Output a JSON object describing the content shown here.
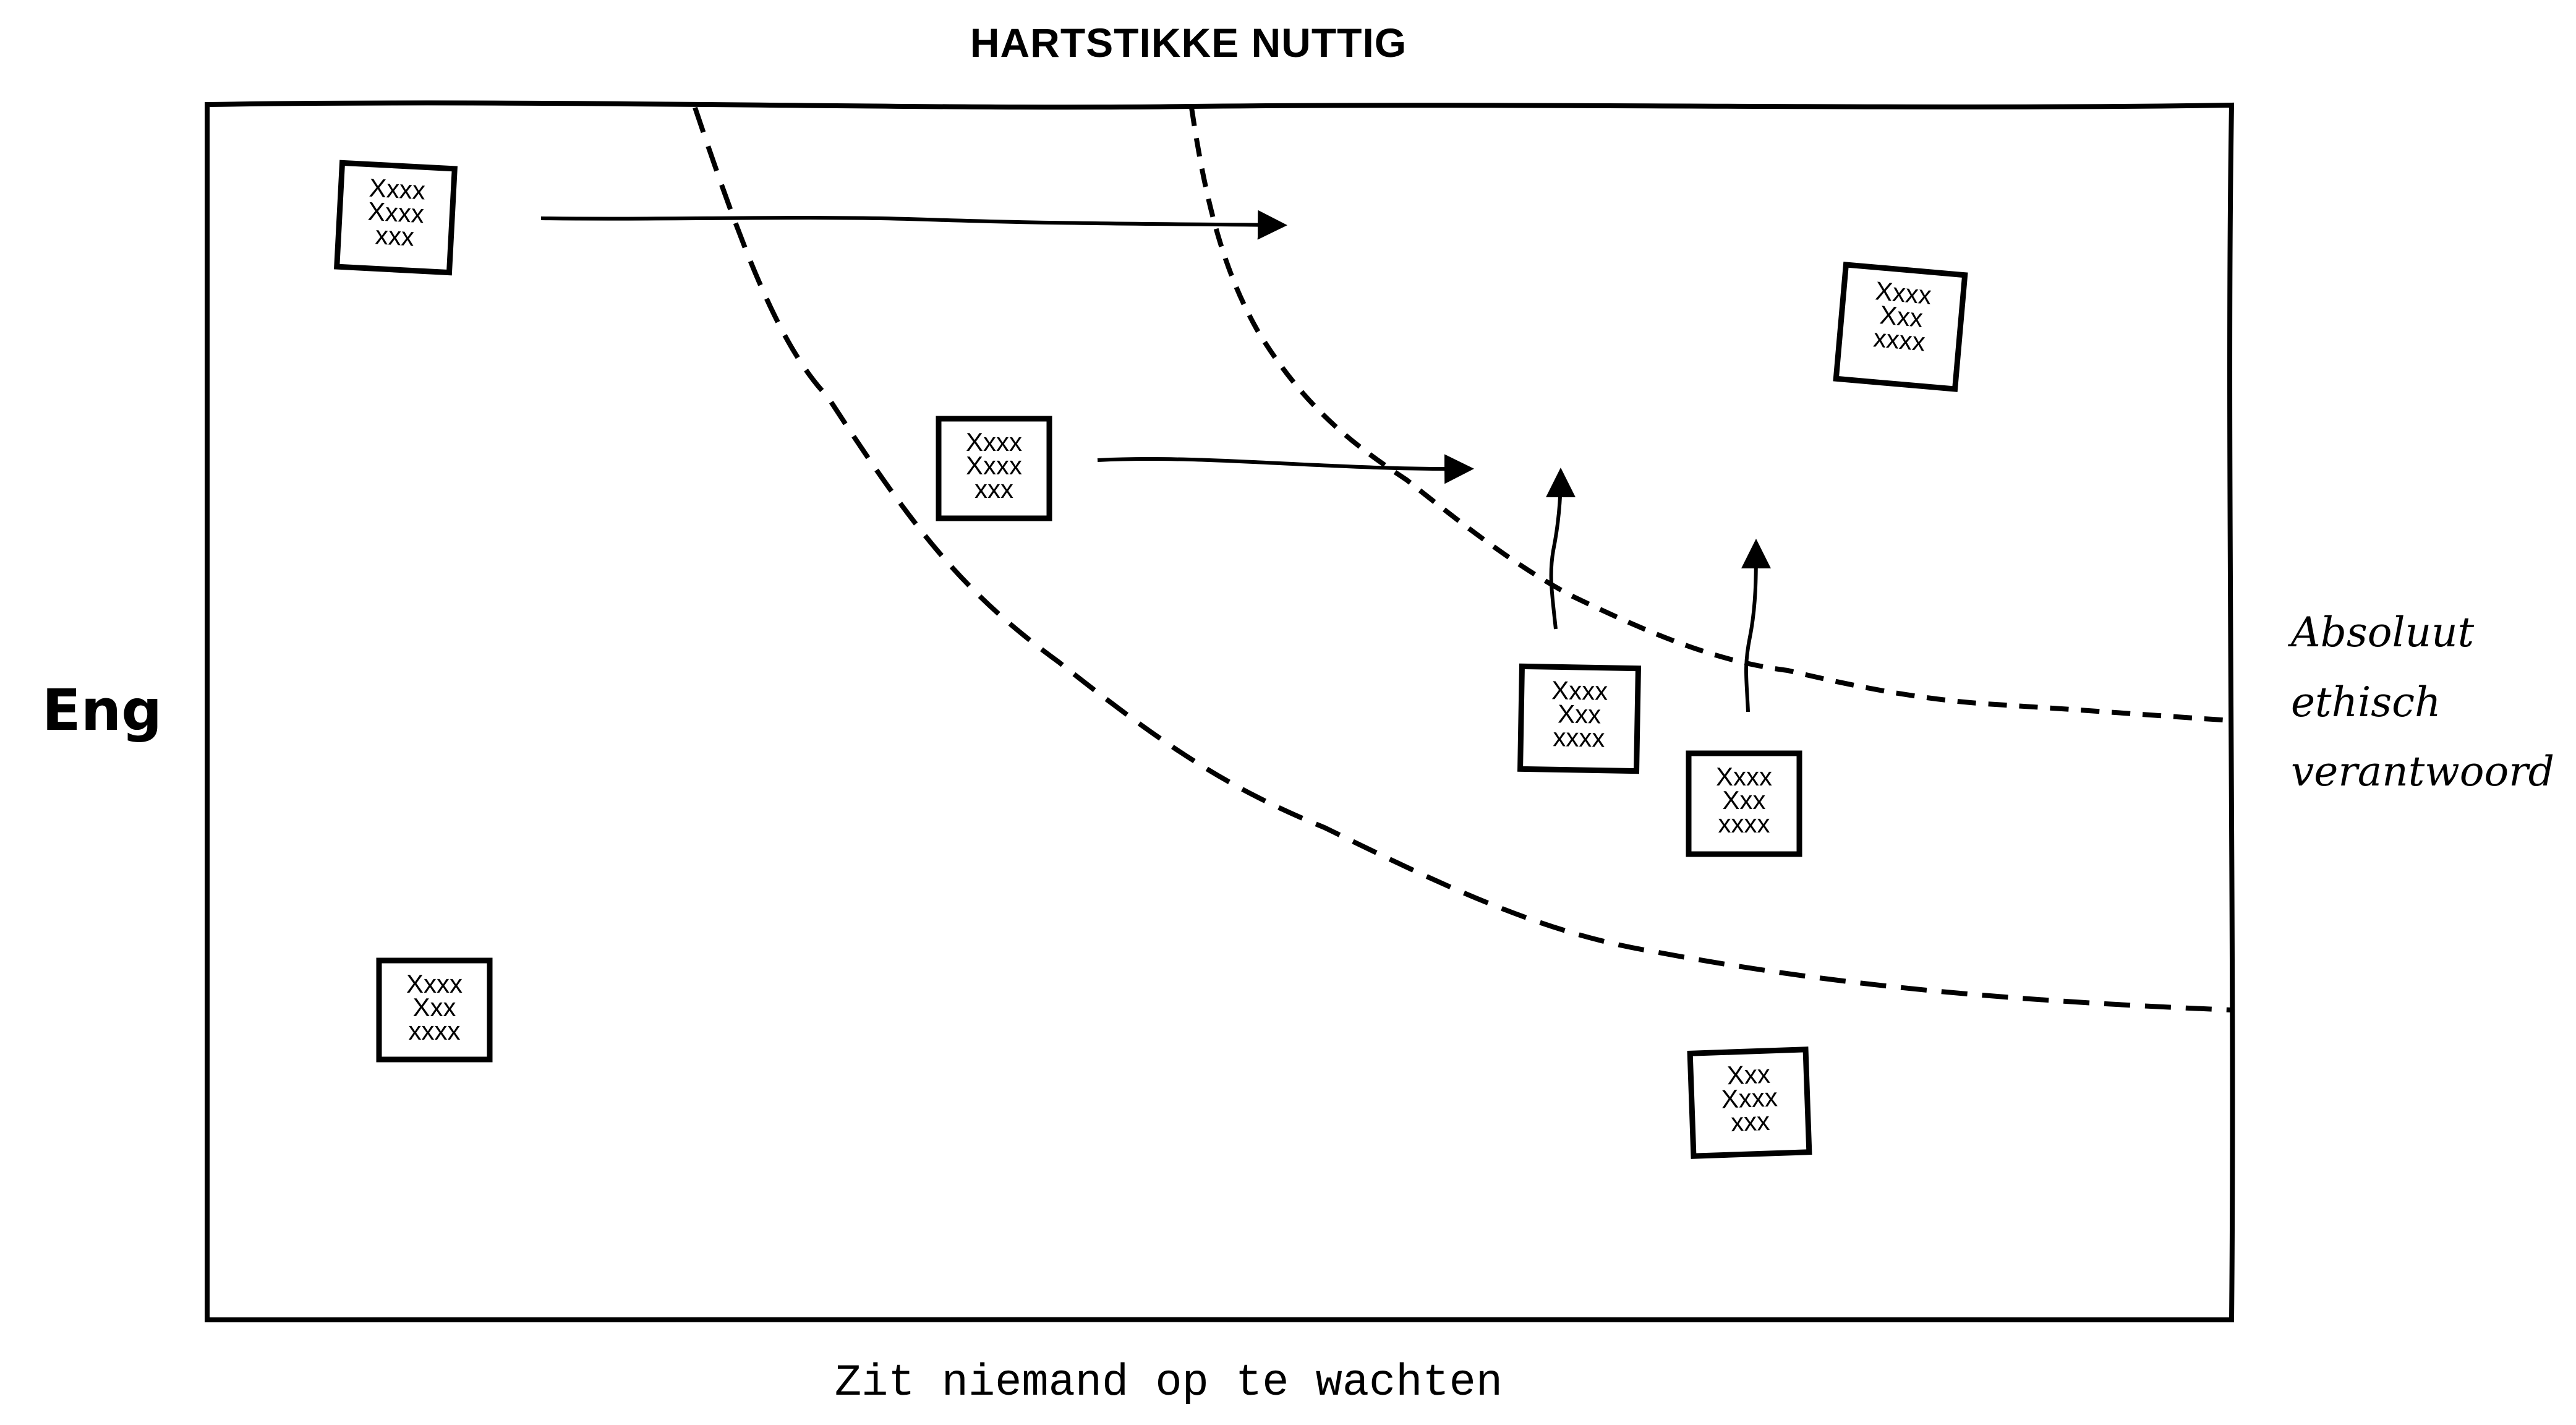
{
  "labels": {
    "top": "HARTSTIKKE NUTTIG",
    "left": "Eng",
    "right": [
      "Absoluut",
      "ethisch",
      "verantwoord"
    ],
    "bottom": "Zit niemand op te wachten"
  },
  "cards": [
    {
      "lines": [
        "Xxxx",
        "Xxxx",
        "xxx"
      ]
    },
    {
      "lines": [
        "Xxxx",
        "Xxxx",
        "xxx"
      ]
    },
    {
      "lines": [
        "Xxxx",
        "Xxx",
        "xxxx"
      ]
    },
    {
      "lines": [
        "Xxxx",
        "Xxx",
        "xxxx"
      ]
    },
    {
      "lines": [
        "Xxxx",
        "Xxx",
        "xxxx"
      ]
    },
    {
      "lines": [
        "Xxxx",
        "Xxx",
        "xxxx"
      ]
    },
    {
      "lines": [
        "Xxx",
        "Xxxx",
        "xxx"
      ]
    }
  ],
  "colors": {
    "ink": "#000000",
    "background": "#ffffff"
  }
}
